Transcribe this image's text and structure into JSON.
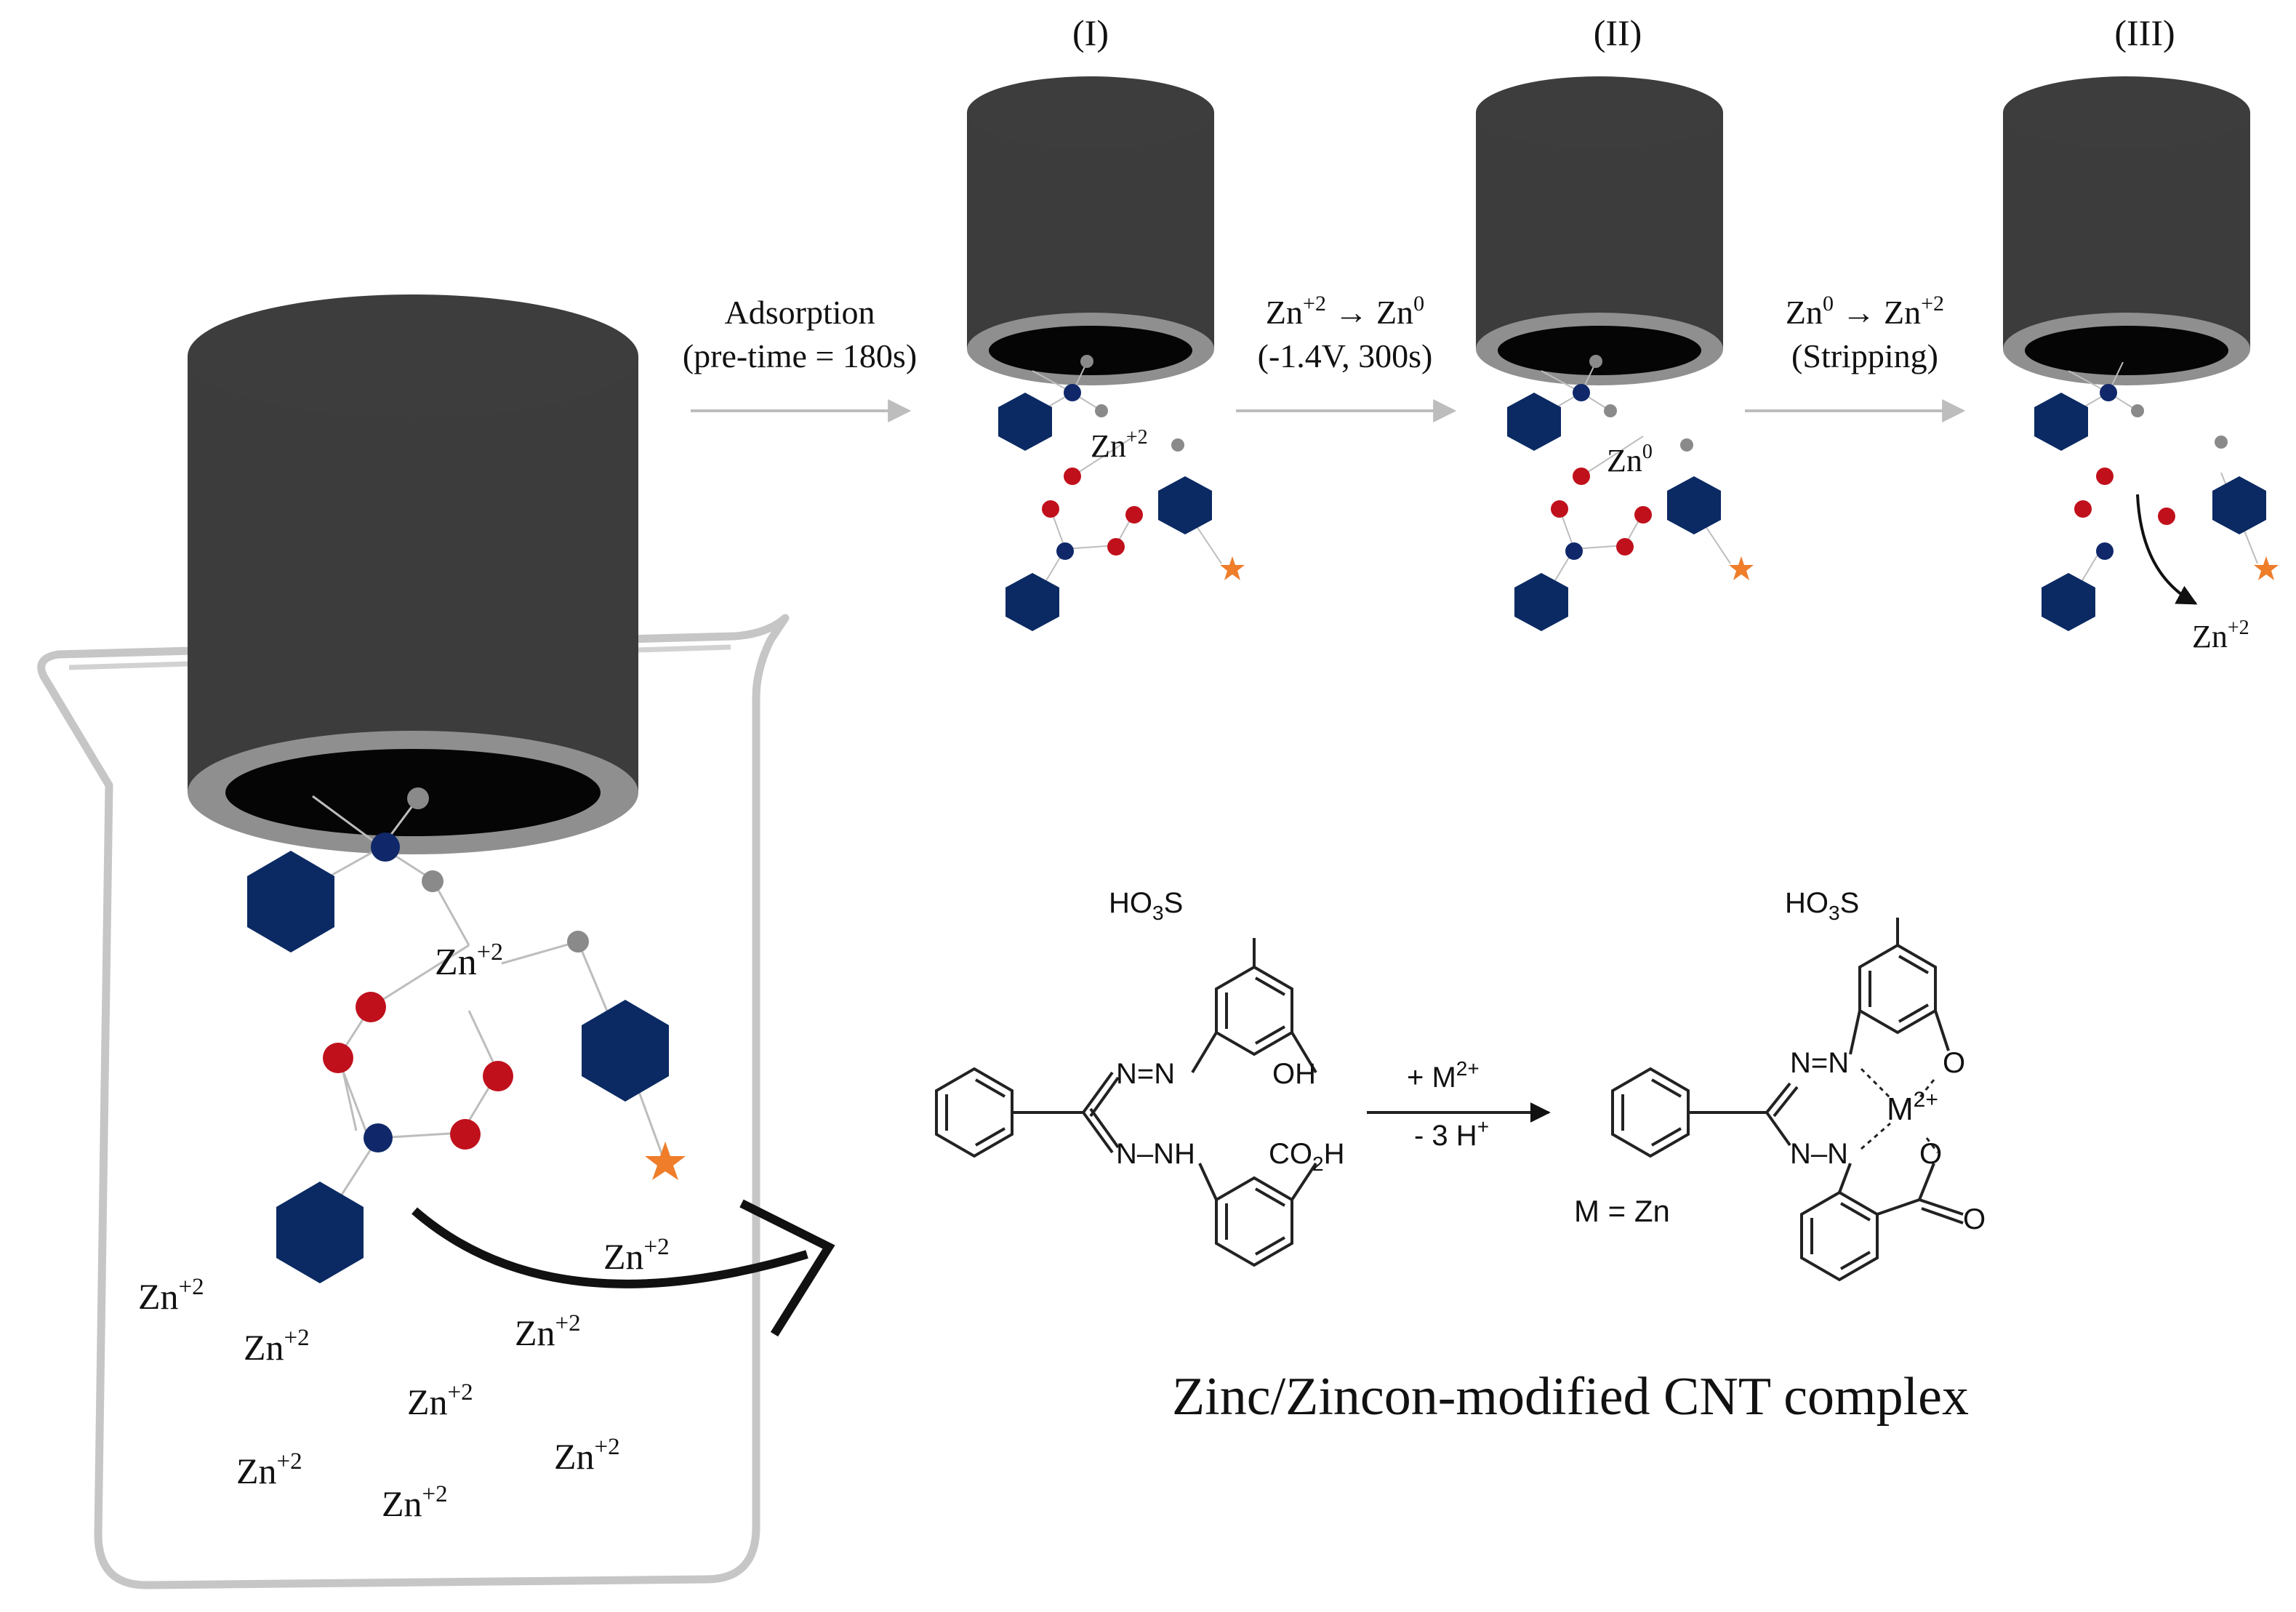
{
  "steps": [
    {
      "label": "(I)",
      "ion": "Zn",
      "ion_sup": "+2"
    },
    {
      "label": "(II)",
      "ion": "Zn",
      "ion_sup": "0"
    },
    {
      "label": "(III)",
      "ion": "Zn",
      "ion_sup": "+2"
    }
  ],
  "arrows": [
    {
      "line1": "Adsorption",
      "line2": "(pre-time = 180s)"
    },
    {
      "line1a": "Zn",
      "line1a_sup": "+2",
      "line1_mid": " → Zn",
      "line1b_sup": "0",
      "line2": "(-1.4V, 300s)"
    },
    {
      "line1a": "Zn",
      "line1a_sup": "0",
      "line1_mid": "  →  Zn",
      "line1b_sup": "+2",
      "line2": "(Stripping)"
    }
  ],
  "beaker": {
    "ion_base": "Zn",
    "ion_sup": "+2",
    "ions_count": 8
  },
  "reaction": {
    "reagent_top": "+ M",
    "reagent_top_sup": "2+",
    "reagent_bottom": "- 3 H",
    "reagent_bottom_sup": "+",
    "metal_def": "M = Zn",
    "so3h": "HO",
    "so3h_sub": "3",
    "so3h_s": "S",
    "oh": "OH",
    "nh": "N–NH",
    "co2h": "CO",
    "co2h_sub": "2",
    "co2h_h": "H",
    "n_eq_n": "N=N",
    "n_minus_n": "N–N",
    "metal": "M",
    "metal_sup": "2+",
    "o_label": "O",
    "caption": "Zinc/Zincon-modified CNT complex"
  },
  "colors": {
    "electrode_body": "#3c3c3c",
    "electrode_rim": "#8f8f8f",
    "electrode_face": "#050505",
    "hexagon": "#0b2a63",
    "oxygen": "#c0101c",
    "nitrogen": "#10286a",
    "grey_atom": "#8a8a8a",
    "star": "#ef7d2a",
    "beaker": "#c8c8c8"
  }
}
